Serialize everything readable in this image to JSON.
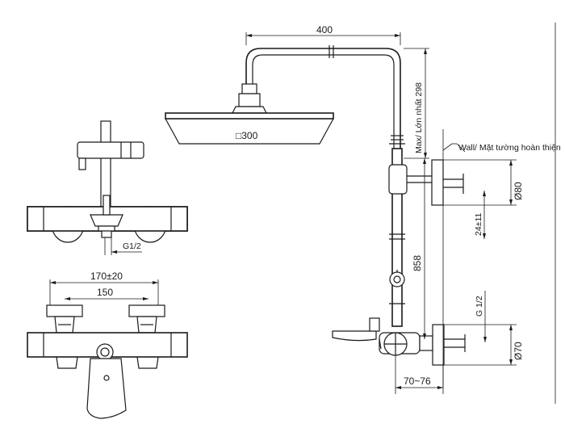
{
  "dimensions": {
    "arm_length": "400",
    "max_height": "Max/ Lớn nhất 298",
    "head_size": "□300",
    "wall_label": "Wall/ Mặt tường hoàn thiện",
    "flange_dia_top": "Ø80",
    "tol_24": "24±11",
    "rail_858": "858",
    "inlet_thread_right": "G 1/2",
    "flange_dia_bottom": "Ø70",
    "depth_70_76": "70~76",
    "inlet_thread_left": "G1/2",
    "center_170": "170±20",
    "center_150": "150"
  },
  "colors": {
    "line": "#1a1a1a",
    "background": "#ffffff"
  }
}
